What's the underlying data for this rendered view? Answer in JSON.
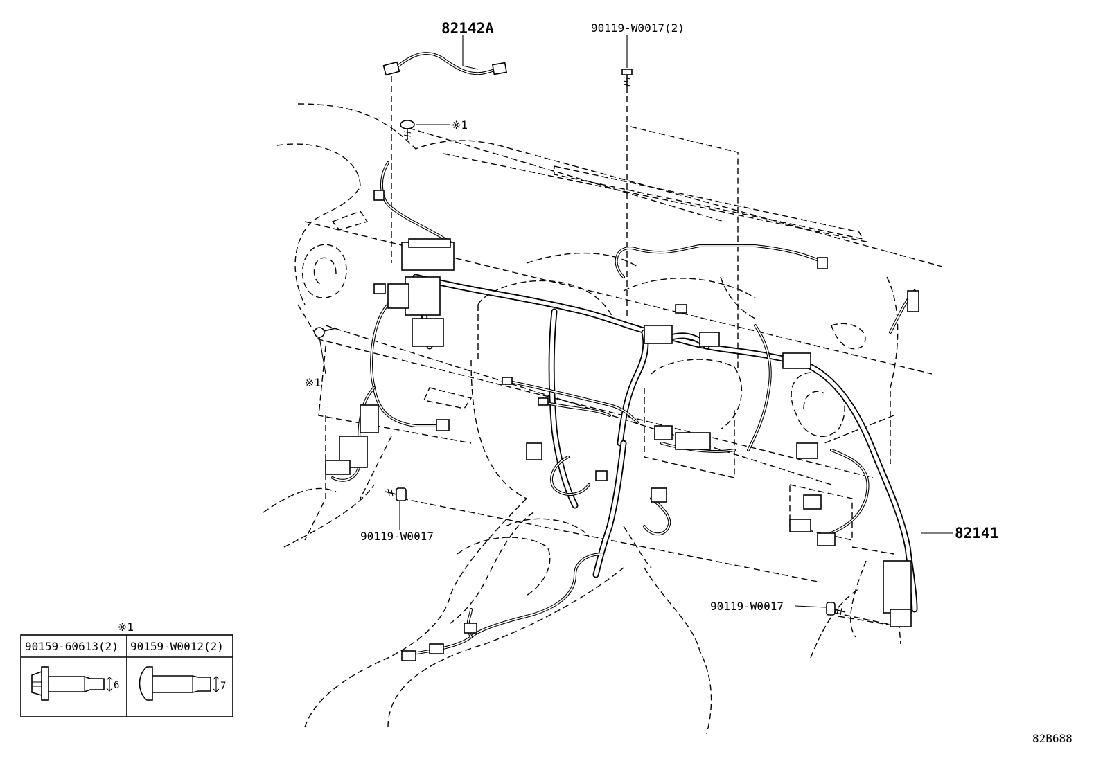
{
  "diagram": {
    "part_labels": {
      "sub_harness": "82142A",
      "main_harness": "82141",
      "bolt_top": "90119-W0017(2)",
      "bolt_left": "90119-W0017",
      "bolt_right": "90119-W0017",
      "clip_note_top": "※1",
      "clip_note_left": "※1"
    },
    "reference_table": {
      "note": "※1",
      "columns": [
        {
          "part_no": "90159-60613(2)",
          "dimension": "6"
        },
        {
          "part_no": "90159-W0012(2)",
          "dimension": "7"
        }
      ]
    },
    "illustration_code": "82B688"
  }
}
